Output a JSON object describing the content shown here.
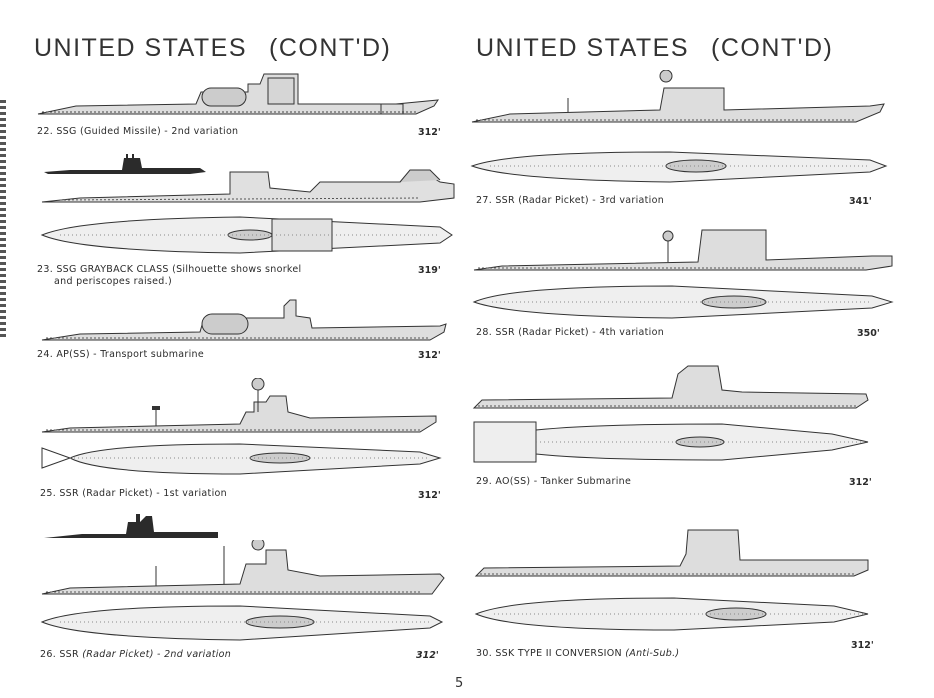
{
  "headings": {
    "left": {
      "title": "UNITED STATES",
      "cont": "(CONT'D)"
    },
    "right": {
      "title": "UNITED STATES",
      "cont": "(CONT'D)"
    }
  },
  "entries": [
    {
      "caption": "22. SSG (Guided Missile) - 2nd variation",
      "length": "312'"
    },
    {
      "caption": "23. SSG GRAYBACK CLASS  (Silhouette shows snorkel",
      "caption2": "and periscopes raised.)",
      "length": "319'"
    },
    {
      "caption": "24. AP(SS) - Transport submarine",
      "length": "312'"
    },
    {
      "caption": "25.  SSR (Radar Picket) - 1st variation",
      "length": "312'"
    },
    {
      "caption_num": "26.",
      "caption_code": "SSR",
      "caption_rest": "(Radar Picket) - 2nd variation",
      "length": "312'"
    },
    {
      "caption": "27. SSR (Radar Picket) - 3rd variation",
      "length": "341'"
    },
    {
      "caption": "28. SSR (Radar Picket) - 4th variation",
      "length": "350'"
    },
    {
      "caption": "29. AO(SS) - Tanker Submarine",
      "length": "312'"
    },
    {
      "caption_num": "30. SSK TYPE II CONVERSION",
      "caption_rest": "(Anti-Sub.)",
      "length": "312'"
    }
  ],
  "page_number": "5",
  "colors": {
    "ink": "#2a2a2a",
    "hull_fill": "#c8c8c8",
    "silhouette": "#2b2b2b",
    "paper": "#ffffff"
  }
}
